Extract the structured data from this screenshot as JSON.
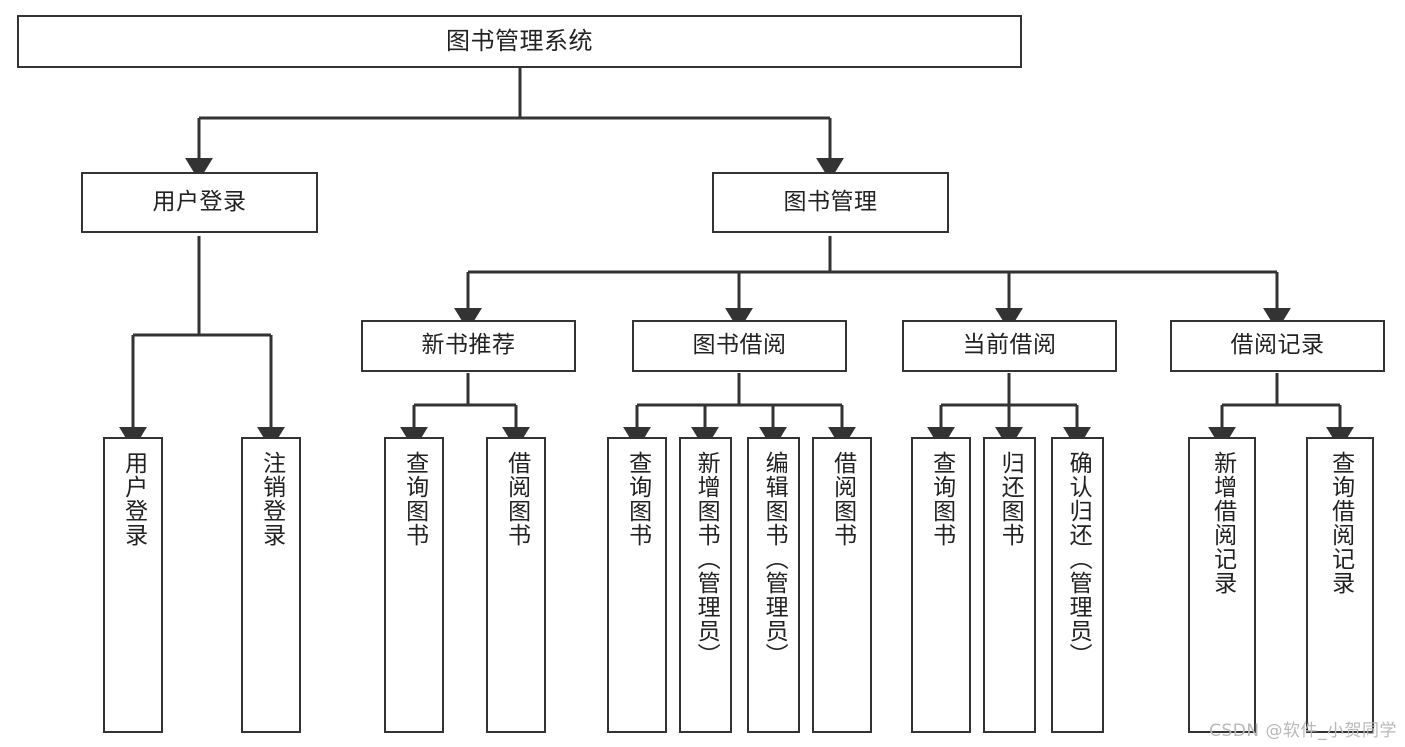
{
  "diagram": {
    "title": "图书管理系统",
    "root": {
      "id": "root",
      "label": "图书管理系统"
    },
    "level2": [
      {
        "id": "user-login",
        "label": "用户登录"
      },
      {
        "id": "book-manage",
        "label": "图书管理"
      }
    ],
    "level3": [
      {
        "id": "new-book-recommend",
        "label": "新书推荐"
      },
      {
        "id": "book-borrow",
        "label": "图书借阅"
      },
      {
        "id": "current-borrow",
        "label": "当前借阅"
      },
      {
        "id": "borrow-record",
        "label": "借阅记录"
      }
    ],
    "leaves": [
      {
        "id": "leaf-user-login",
        "label": "用户登录",
        "parent": "user-login"
      },
      {
        "id": "leaf-logout-login",
        "label": "注销登录",
        "parent": "user-login"
      },
      {
        "id": "leaf-query-book-1",
        "label": "查询图书",
        "parent": "new-book-recommend"
      },
      {
        "id": "leaf-borrow-book-1",
        "label": "借阅图书",
        "parent": "new-book-recommend"
      },
      {
        "id": "leaf-query-book-2",
        "label": "查询图书",
        "parent": "book-borrow"
      },
      {
        "id": "leaf-add-book",
        "label": "新增图书（管理员）",
        "parent": "book-borrow"
      },
      {
        "id": "leaf-edit-book",
        "label": "编辑图书（管理员）",
        "parent": "book-borrow"
      },
      {
        "id": "leaf-borrow-book-2",
        "label": "借阅图书",
        "parent": "book-borrow"
      },
      {
        "id": "leaf-query-book-3",
        "label": "查询图书",
        "parent": "current-borrow"
      },
      {
        "id": "leaf-return-book",
        "label": "归还图书",
        "parent": "current-borrow"
      },
      {
        "id": "leaf-confirm-return",
        "label": "确认归还（管理员）",
        "parent": "current-borrow"
      },
      {
        "id": "leaf-add-record",
        "label": "新增借阅记录",
        "parent": "borrow-record"
      },
      {
        "id": "leaf-query-record",
        "label": "查询借阅记录",
        "parent": "borrow-record"
      }
    ],
    "colors": {
      "stroke": "#333333",
      "box_fill": "#ffffff",
      "text": "#222222",
      "watermark": "#b9b9b9"
    }
  },
  "watermark": {
    "text": "CSDN @软件_小贺同学"
  }
}
